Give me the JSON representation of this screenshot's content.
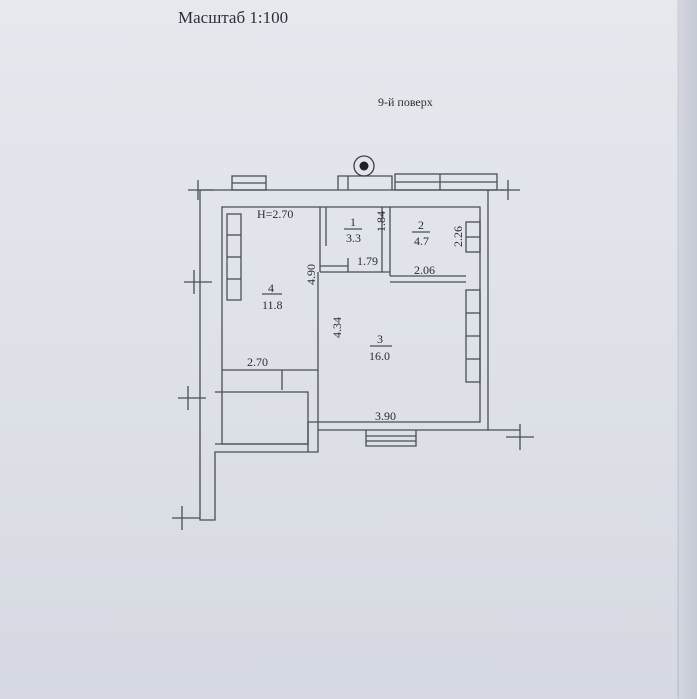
{
  "header": {
    "scale_label": "Масштаб 1:100",
    "floor_label": "9-й поверх"
  },
  "plan": {
    "ceiling_height": "H=2.70",
    "rooms": [
      {
        "number": "1",
        "area": "3.3"
      },
      {
        "number": "2",
        "area": "4.7"
      },
      {
        "number": "3",
        "area": "16.0"
      },
      {
        "number": "4",
        "area": "11.8"
      }
    ],
    "dimensions": {
      "room1_height": "1.84",
      "room1_width": "1.79",
      "room2_height": "2.26",
      "room2_width": "2.06",
      "room4_height": "4.90",
      "room4_width": "2.70",
      "room3_height": "4.34",
      "room3_width": "3.90"
    }
  },
  "colors": {
    "paper": "#e2e5eb",
    "line": "#4a4e57",
    "text": "#2a2d34"
  }
}
